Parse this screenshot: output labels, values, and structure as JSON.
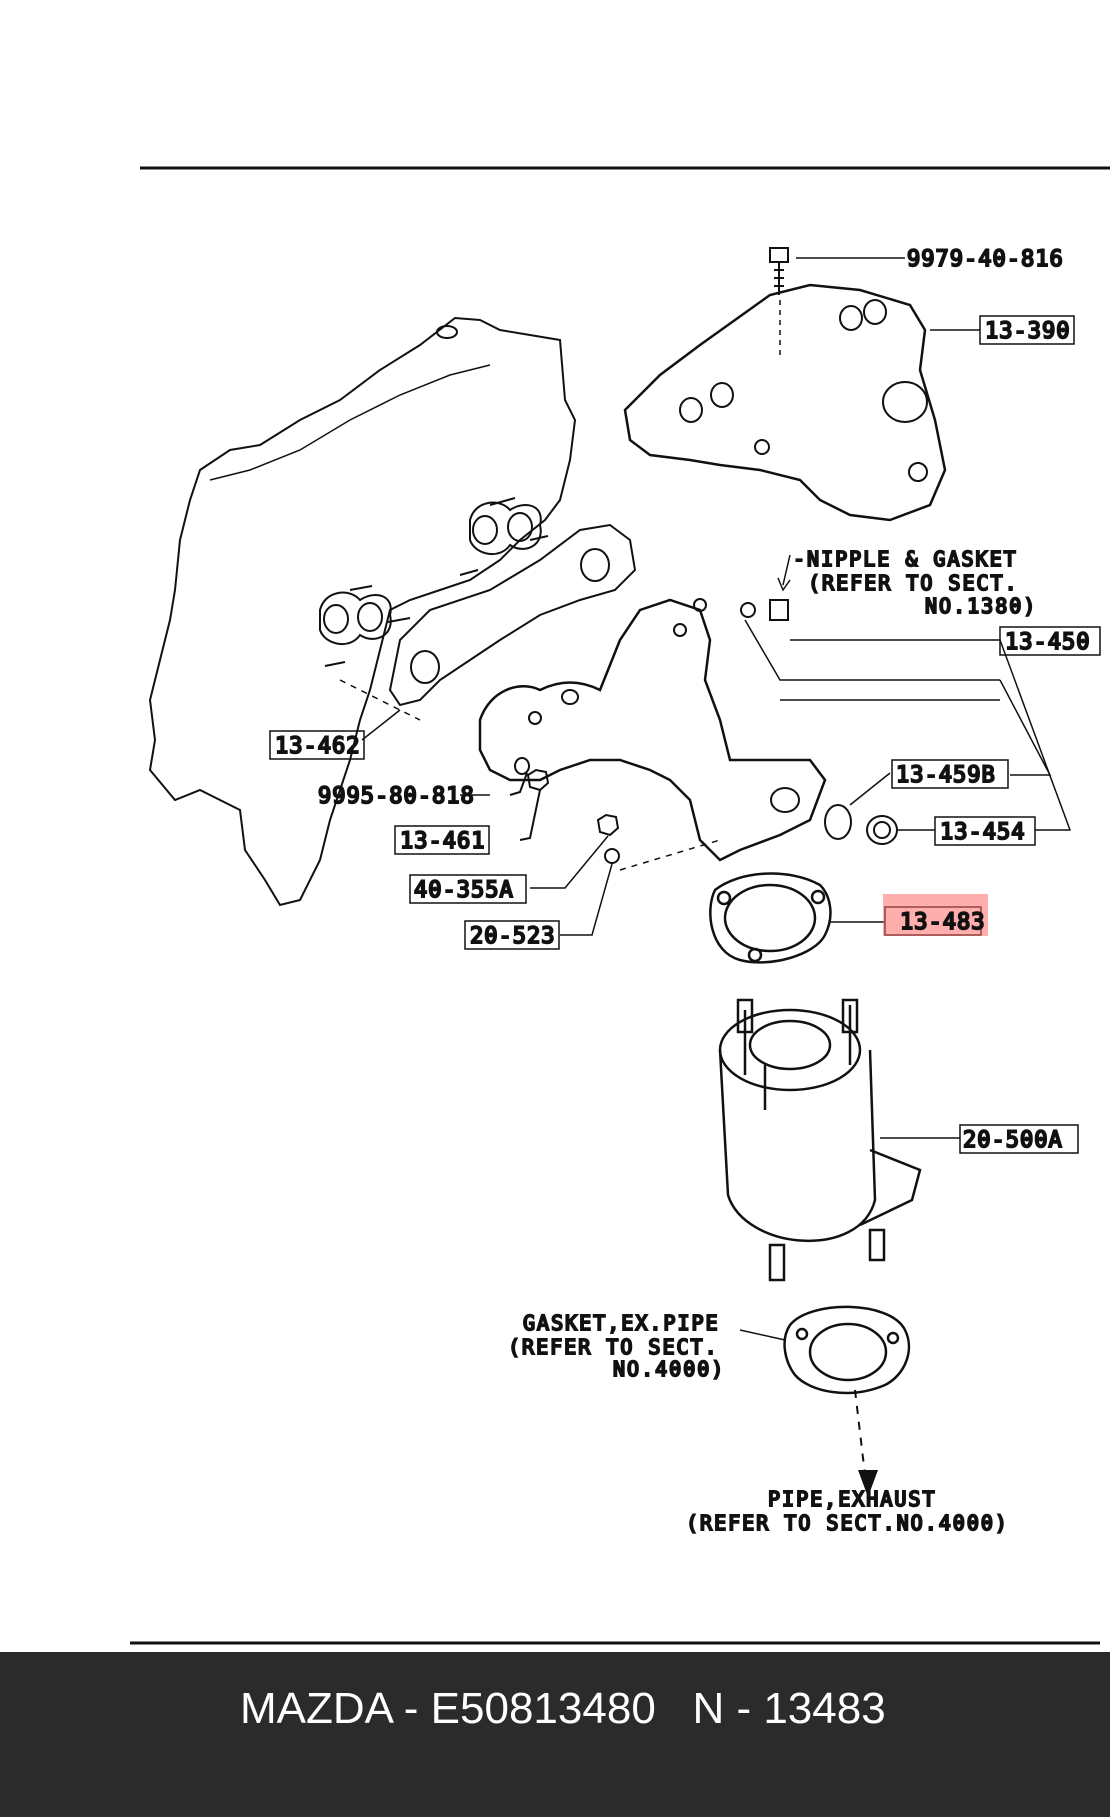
{
  "labels": {
    "bolt": "9979-40-816",
    "p13390": "13-390",
    "nipple_note_1": "-NIPPLE & GASKET",
    "nipple_note_2": "(REFER TO SECT.",
    "nipple_note_3": "NO.1380)",
    "p13450": "13-450",
    "p13462": "13-462",
    "p13459b": "13-459B",
    "stud": "9995-80-818",
    "p13454": "13-454",
    "p13461": "13-461",
    "p40355a": "40-355A",
    "p20523": "20-523",
    "p13483": "13-483",
    "p20500a": "20-500A",
    "gasket_note_1": "GASKET,EX.PIPE",
    "gasket_note_2": "(REFER TO SECT.",
    "gasket_note_3": "NO.4000)",
    "pipe_note_1": "PIPE,EXHAUST",
    "pipe_note_2": "(REFER TO SECT.NO.4000)"
  },
  "highlight_color": "#ff6b6b",
  "footer": {
    "text": "MAZDA - E50813480   N - 13483",
    "background": "#2b2b2b"
  }
}
